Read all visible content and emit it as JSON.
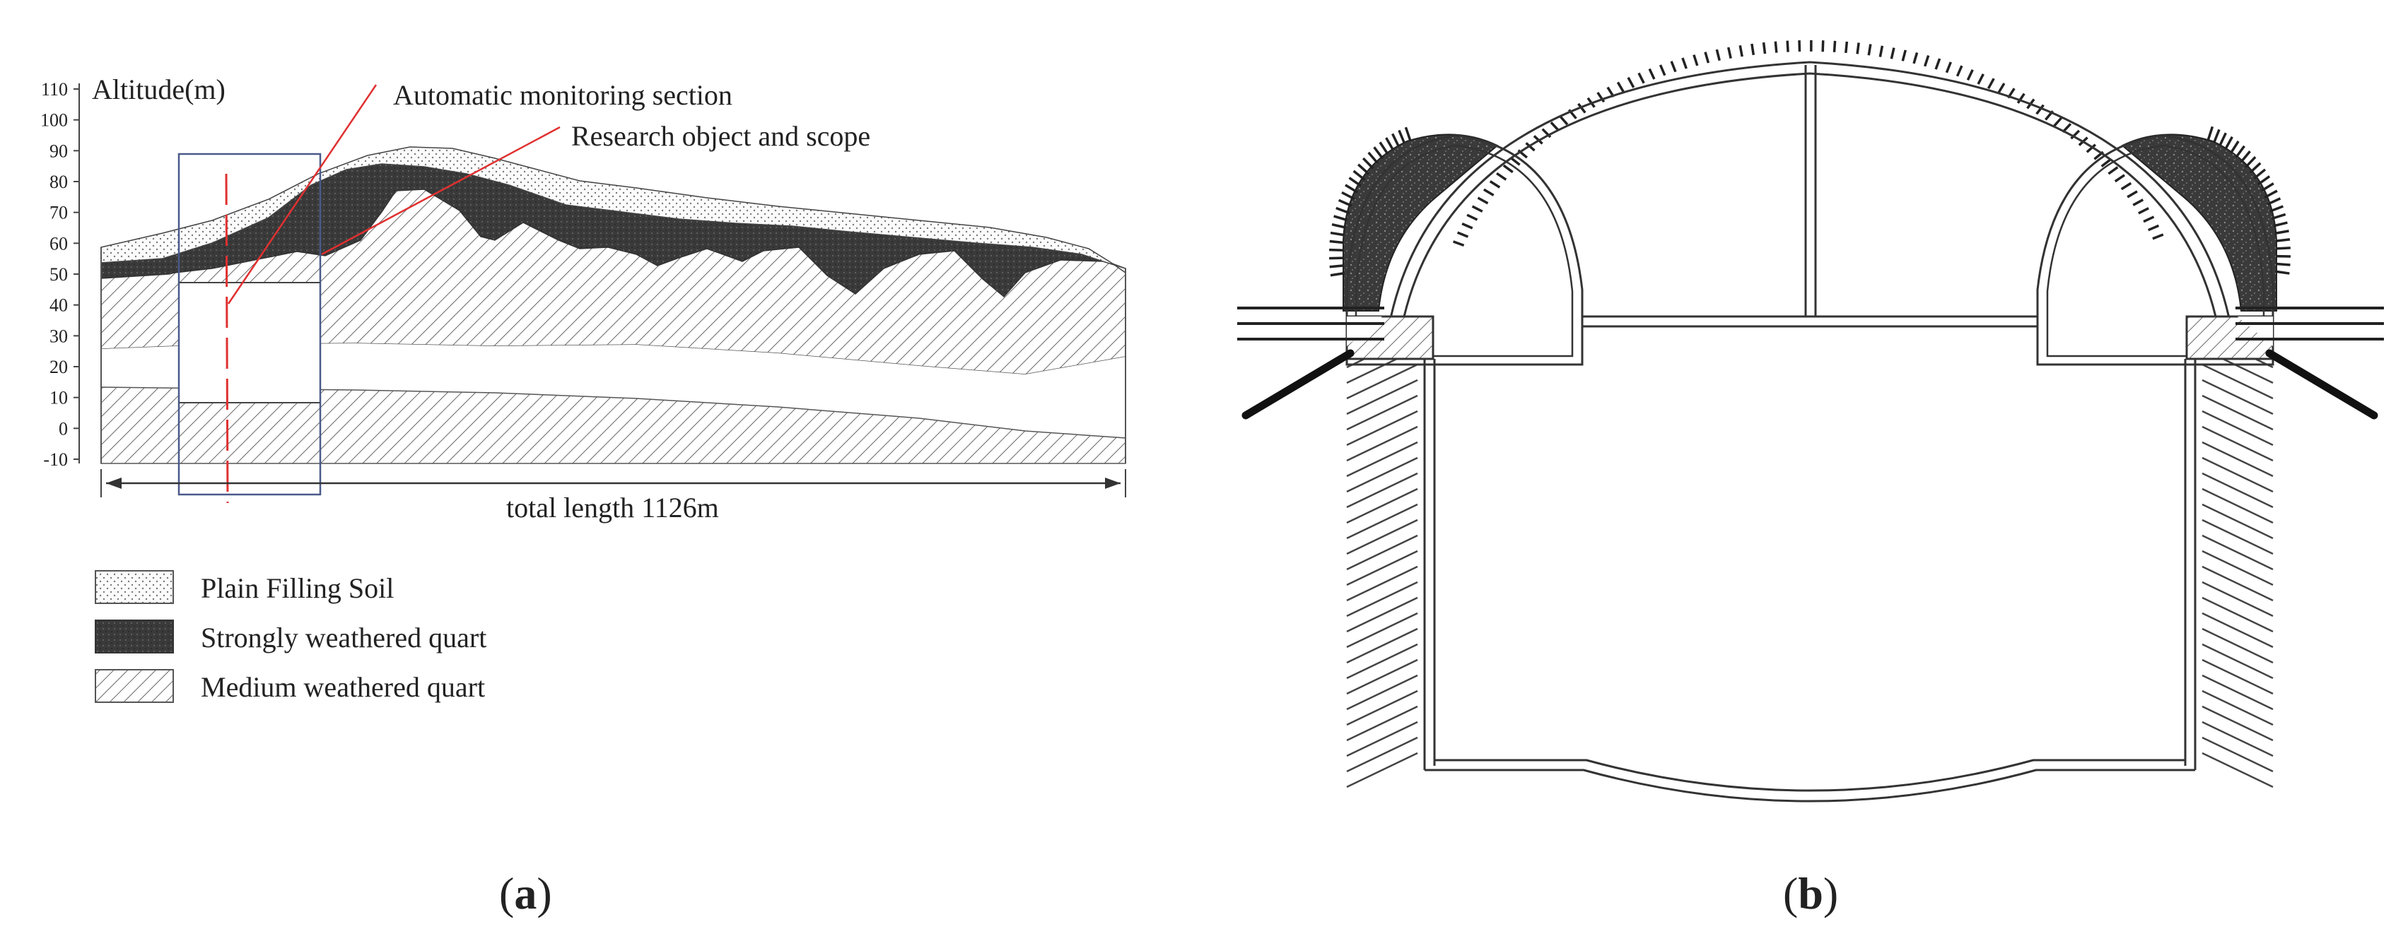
{
  "panel_a": {
    "axis_title": "Altitude(m)",
    "ticks": [
      "110",
      "100",
      "90",
      "80",
      "70",
      "60",
      "50",
      "40",
      "30",
      "20",
      "10",
      "0",
      "-10"
    ],
    "annotation_monitoring": "Automatic monitoring section",
    "annotation_research": "Research object and scope",
    "total_length": "total length 1126m",
    "legend": [
      {
        "label": "Plain Filling Soil",
        "pattern": "dots"
      },
      {
        "label": "Strongly weathered quart",
        "pattern": "dark"
      },
      {
        "label": "Medium weathered quart",
        "pattern": "hatch"
      }
    ],
    "caption_prefix": "(",
    "caption_letter": "a",
    "caption_suffix": ")"
  },
  "panel_b": {
    "caption_prefix": "(",
    "caption_letter": "b",
    "caption_suffix": ")"
  },
  "colors": {
    "line": "#333333",
    "red": "#e03030",
    "box": "#4a5a8a",
    "dark_fill": "#3c3c3c"
  }
}
